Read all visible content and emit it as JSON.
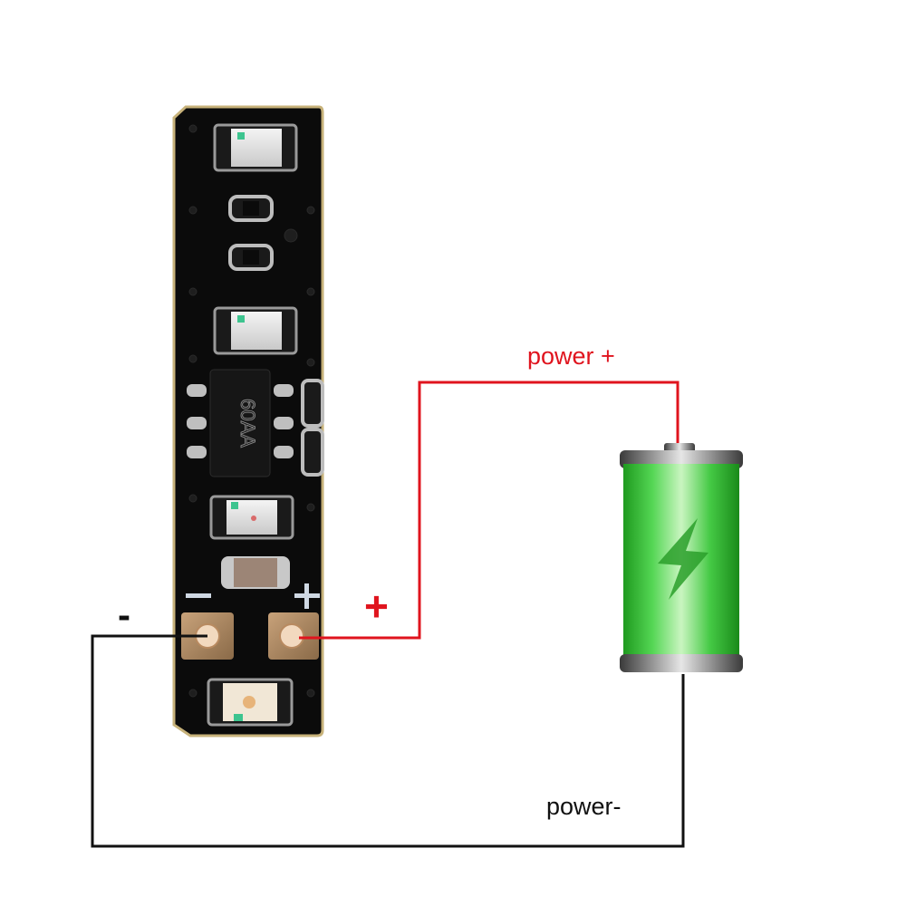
{
  "labels": {
    "power_plus": "power +",
    "power_minus": "power-",
    "pcb_minus": "-",
    "wire_plus": "+",
    "chip_marking": "60AA"
  },
  "colors": {
    "positive_wire": "#e0141e",
    "negative_wire": "#111111",
    "pcb": "#0b0b0b",
    "battery_green": "#2ecc2e",
    "silkscreen": "#cfd8e3"
  },
  "icons": {
    "battery": "battery-icon",
    "lightning": "lightning-bolt-icon"
  }
}
